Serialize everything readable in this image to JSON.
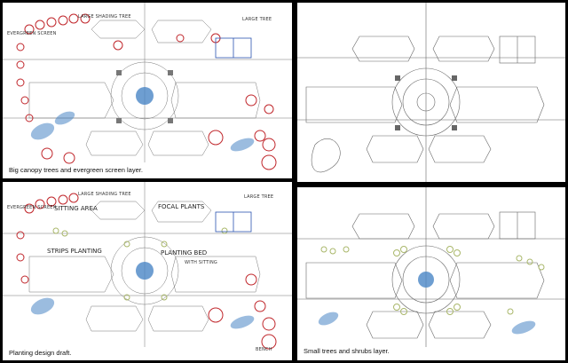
{
  "panels": {
    "p1": {
      "caption": "Big canopy trees and evergreen screen layer.",
      "labels": {
        "evergreen": "EVERGREEN SCREEN",
        "large_shading": "LARGE SHADING TREE",
        "large_tree": "LARGE TREE"
      }
    },
    "p2": {
      "caption": "Planting design draft.",
      "labels": {
        "large_shading": "LARGE SHADING TREE",
        "large_tree": "LARGE TREE",
        "sitting_area": "SITTING AREA",
        "focal_plants": "FOCAL PLANTS",
        "strips": "STRIPS PLANTING",
        "planting_bed": "PLANTING BED",
        "with_sitting": "WITH SITTING",
        "bench": "BENCH",
        "evergreen": "EVERGREEN SCREEN"
      }
    },
    "p3": {
      "caption": ""
    },
    "p4": {
      "caption": "Small trees and shrubs layer."
    }
  },
  "colors": {
    "red_tree": "#c0262b",
    "green_shrub": "#a9b76a",
    "blue_water": "#4a86c6",
    "line": "#555555"
  }
}
